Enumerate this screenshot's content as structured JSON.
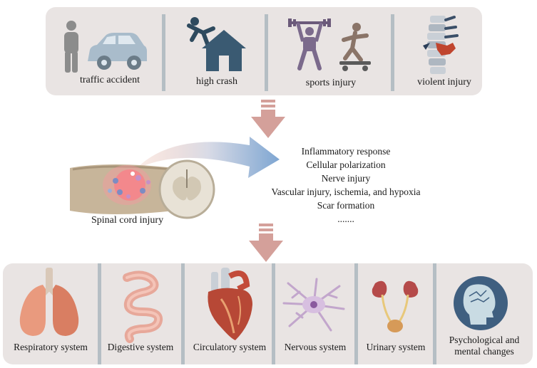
{
  "causes": [
    {
      "label": "traffic accident",
      "icon": "person-car-icon"
    },
    {
      "label": "high crash",
      "icon": "falling-person-house-icon"
    },
    {
      "label": "sports injury",
      "icon": "weightlifter-skateboarder-icon"
    },
    {
      "label": "violent injury",
      "icon": "fractured-spine-icon"
    }
  ],
  "injury": {
    "label": "Spinal cord injury",
    "icon": "spinal-cord-icon"
  },
  "responses": [
    "Inflammatory response",
    "Cellular polarization",
    "Nerve injury",
    "Vascular injury, ischemia, and hypoxia",
    "Scar formation",
    "......."
  ],
  "systems": [
    {
      "label": "Respiratory system",
      "icon": "lungs-icon"
    },
    {
      "label": "Digestive system",
      "icon": "intestine-icon"
    },
    {
      "label": "Circulatory system",
      "icon": "heart-icon"
    },
    {
      "label": "Nervous system",
      "icon": "neuron-icon"
    },
    {
      "label": "Urinary system",
      "icon": "kidneys-icon"
    },
    {
      "label_line1": "Psychological and",
      "label_line2": "mental changes",
      "icon": "head-brain-icon"
    }
  ],
  "colors": {
    "panel": "#e9e4e3",
    "divider": "#b5bec4",
    "arrow_down": "#d4a09a",
    "arrow_curve_start": "#f2c7b8",
    "arrow_curve_end": "#7ea6d2"
  }
}
